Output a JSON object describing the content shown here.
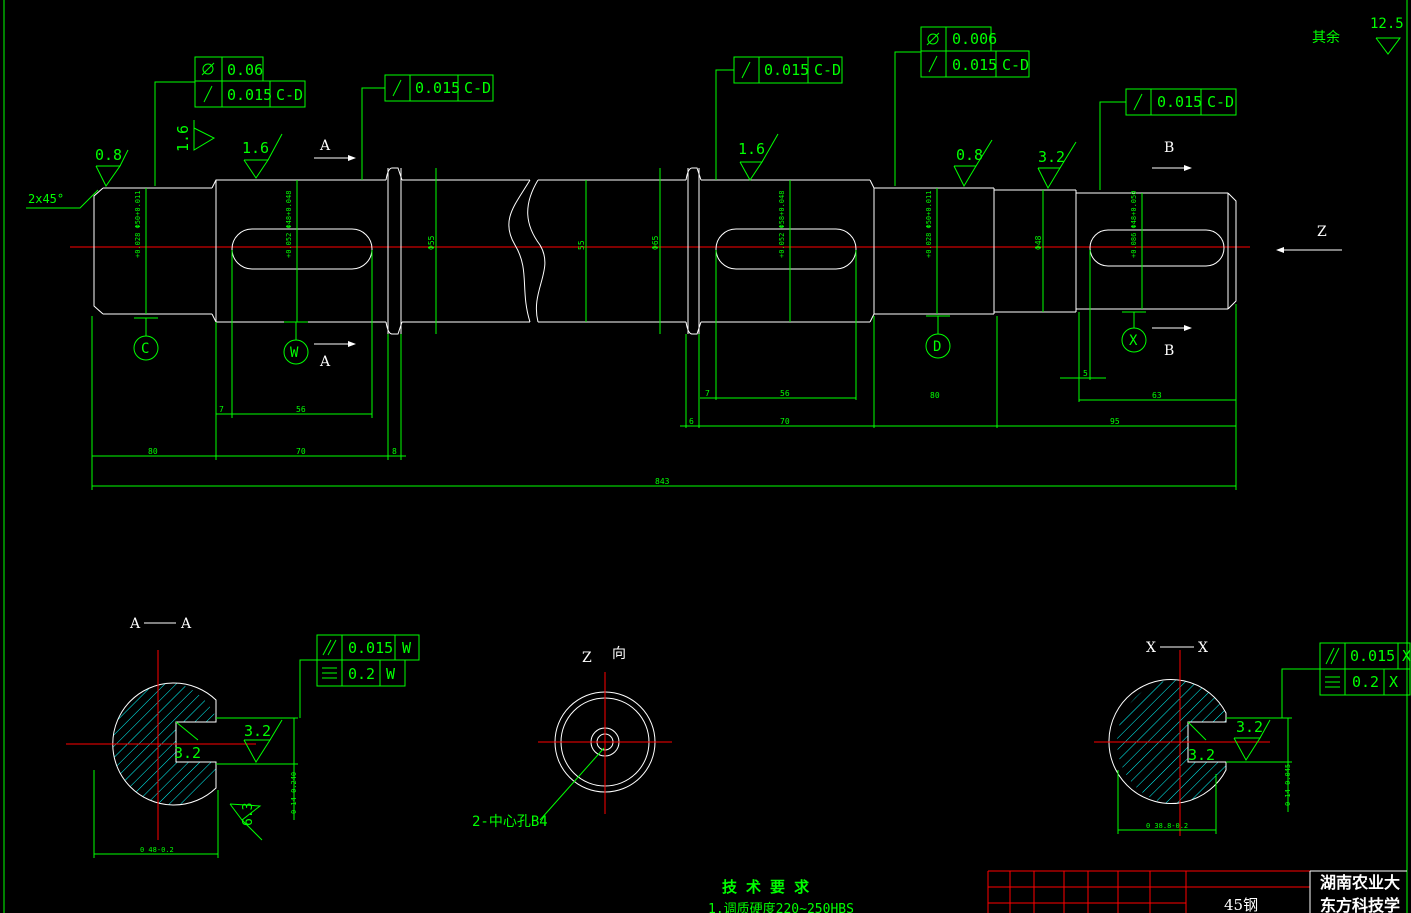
{
  "finish": {
    "other_label": "其余",
    "other_value": "12.5"
  },
  "chamfer": "2x45°",
  "rough": {
    "r1": "0.8",
    "r2": "1.6",
    "r3": "1.6",
    "r4": "1.6",
    "r5": "0.8",
    "r6": "3.2",
    "aa": "3.2",
    "aa_key": "3.2",
    "aa_bottom": "6.3",
    "xx": "3.2",
    "xx_key": "3.2"
  },
  "gdt": {
    "f1_a": "0.06",
    "f1_b": "0.015",
    "f1_b_ref": "C-D",
    "f2": "0.015",
    "f2_ref": "C-D",
    "f3": "0.015",
    "f3_ref": "C-D",
    "f4_a": "0.006",
    "f4_b": "0.015",
    "f4_b_ref": "C-D",
    "f5": "0.015",
    "f5_ref": "C-D",
    "aa_par": "0.015",
    "aa_par_ref": "W",
    "aa_sym": "0.2",
    "aa_sym_ref": "W",
    "xx_par": "0.015",
    "xx_par_ref": "X",
    "xx_sym": "0.2",
    "xx_sym_ref": "X"
  },
  "datums": {
    "c": "C",
    "w": "W",
    "d": "D",
    "x": "X"
  },
  "sections": {
    "a_top": "A",
    "a_bottom": "A",
    "b_top": "B",
    "b_bottom": "B",
    "z": "Z",
    "aa_title_l": "A",
    "aa_title_r": "A",
    "xx_title_l": "X",
    "xx_title_r": "X",
    "z_title": "Z",
    "z_dir": "向"
  },
  "diam": {
    "d1": "+0.028 Φ50+0.011",
    "d2": "+0.052 Φ48+0.048",
    "d3": "Φ55",
    "d4": "55",
    "d5": "Φ65",
    "d6": "+0.052 Φ58+0.048",
    "d7": "+0.028 Φ50+0.011",
    "d8": "Φ48",
    "d9": "+0.086 Φ48+0.050"
  },
  "dims": {
    "d7a": "7",
    "d56a": "56",
    "d7b": "7",
    "d56b": "56",
    "d5": "5",
    "d63": "63",
    "d6": "6",
    "d70b": "70",
    "d80b": "80",
    "d95": "95",
    "d80a": "80",
    "d70a": "70",
    "d8": "8",
    "total": "843"
  },
  "section_dims": {
    "aa_depth": "0 14-0.240",
    "aa_width": "0 48-0.2",
    "xx_depth": "0 14-0.045",
    "xx_width": "0 38.8-0.2"
  },
  "center_hole": "2-中心孔B4",
  "tech": {
    "title": "技 术 要 求",
    "line1": "1.调质硬度220~250HBS"
  },
  "title_block": {
    "material": "45钢",
    "school1": "湖南农业大",
    "school2": "东方科技学"
  }
}
